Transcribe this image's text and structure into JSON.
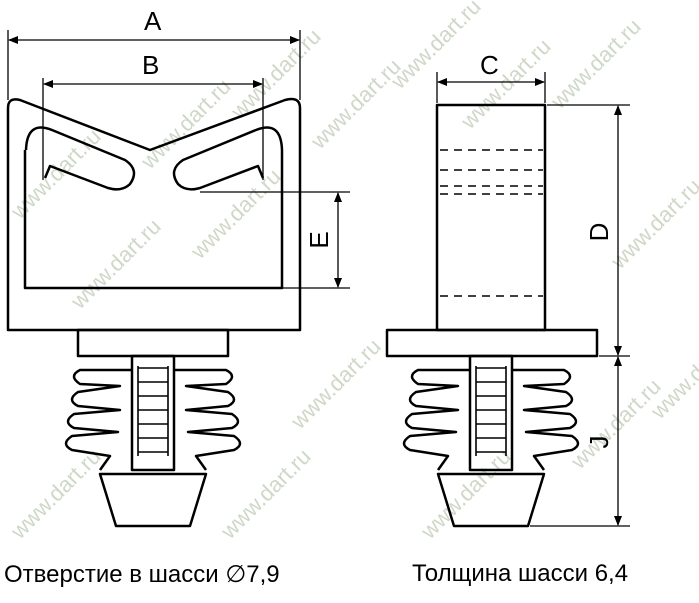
{
  "dimensions": {
    "a": "A",
    "b": "B",
    "c": "C",
    "d": "D",
    "e": "E",
    "j": "J"
  },
  "watermark": "www.dart.ru",
  "captions": {
    "chassis_hole": "Отверстие в шасси ∅7,9",
    "chassis_thickness": "Толщина шасси 6,4"
  }
}
